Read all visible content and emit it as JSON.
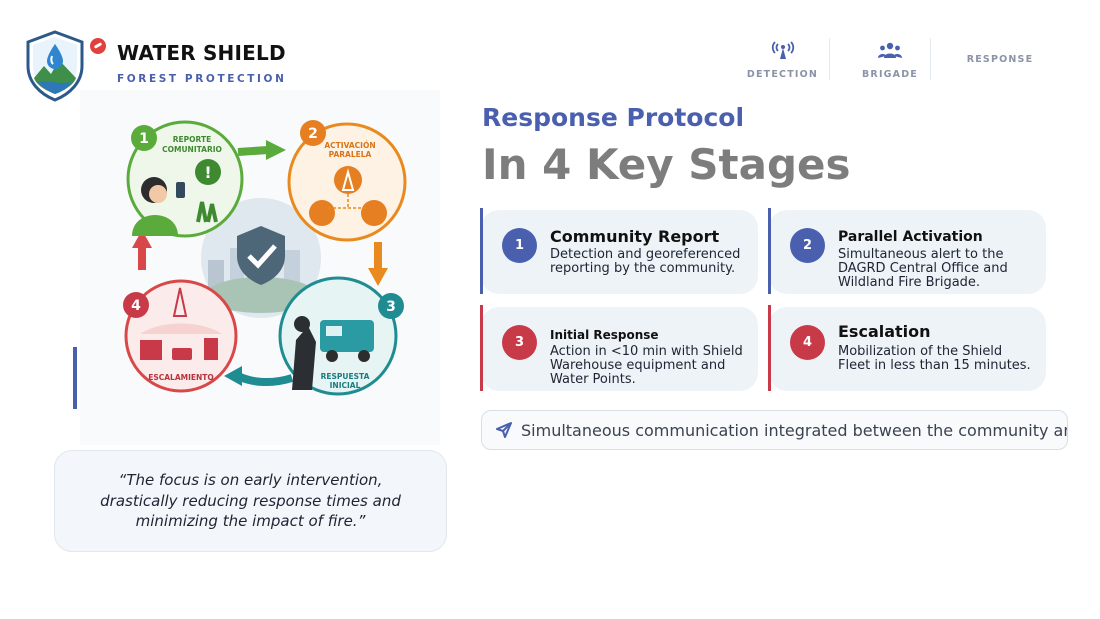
{
  "header": {
    "brand": "WATER SHIELD",
    "brand_sub": "FOREST PROTECTION",
    "nav": [
      {
        "label": "DETECTION",
        "icon": "broadcast-tower-icon"
      },
      {
        "label": "BRIGADE",
        "icon": "users-icon"
      },
      {
        "label": "RESPONSE",
        "icon": ""
      }
    ]
  },
  "illustration": {
    "labels": {
      "s1": "REPORTE\nCOMUNITARIO",
      "s2": "ACTIVACIÓN\nPARALELA",
      "s3": "RESPUESTA\nINICIAL",
      "s4": "ESCALAMIENTO"
    }
  },
  "quote": "“The focus is on early intervention, drastically reducing response times and minimizing the impact of fire.”",
  "titles": {
    "kicker": "Response Protocol",
    "headline": "In 4 Key Stages"
  },
  "stages": [
    {
      "num": "1",
      "title": "Community Report",
      "desc": "Detection and georeferenced reporting by the community."
    },
    {
      "num": "2",
      "title": "Parallel Activation",
      "desc": "Simultaneous alert to the DAGRD Central Office and Wildland Fire Brigade."
    },
    {
      "num": "3",
      "title": "Initial Response",
      "desc": "Action in <10 min with Shield Warehouse equipment and Water Points."
    },
    {
      "num": "4",
      "title": "Escalation",
      "desc": "Mobilization of the Shield Fleet in less than 15 minutes."
    }
  ],
  "note": "Simultaneous communication integrated between the community and o",
  "colors": {
    "blue": "#4a5fae",
    "red": "#c83a48",
    "green": "#5aaa3c",
    "orange": "#e88a1e",
    "teal": "#1f8c92"
  }
}
